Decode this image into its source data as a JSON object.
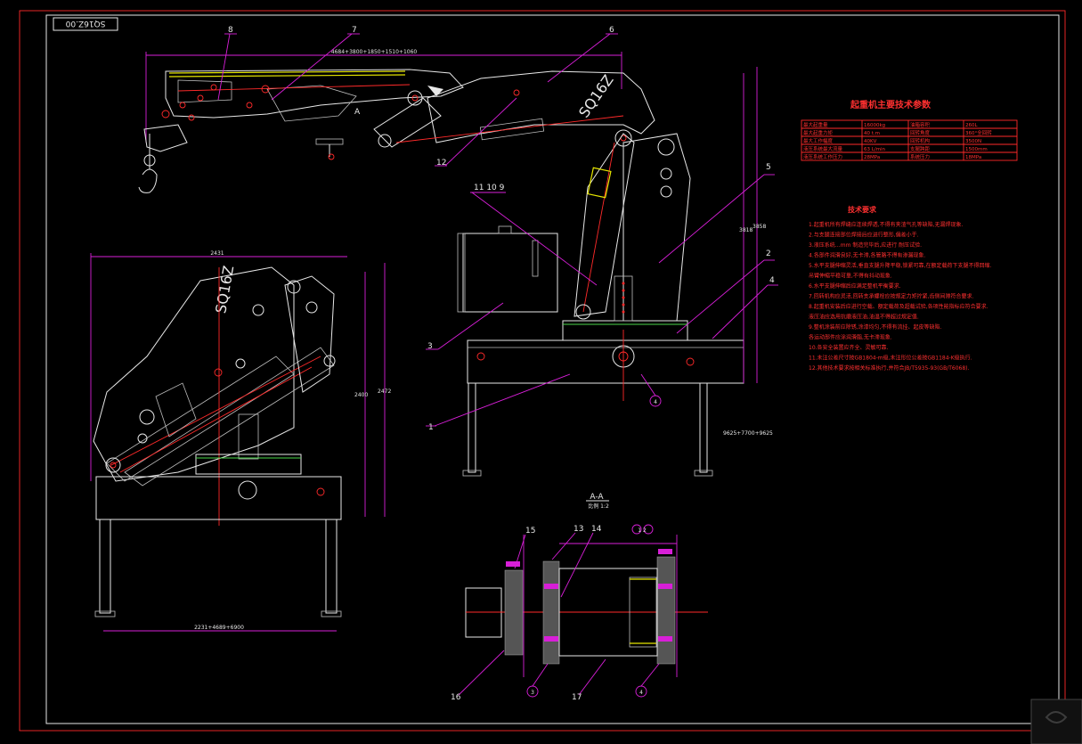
{
  "drawing": {
    "code_box": "SQ16Z.00",
    "boom_label": "SQ16Z",
    "base_label": "SQ16Z",
    "section": {
      "title": "A-A",
      "scale": "比例 1:2"
    },
    "part_callouts": {
      "p1": "1",
      "p2": "2",
      "p3": "3",
      "p4": "4",
      "p5": "5",
      "p6": "6",
      "p7": "7",
      "p8": "8",
      "p9_11": "11 10 9",
      "p12": "12",
      "p13": "13",
      "p14": "14",
      "p15": "15",
      "p16": "16",
      "p17": "17",
      "c4": "4",
      "c3": "3",
      "c4b": "4",
      "c12": "1 2"
    },
    "marker_a": "A",
    "dims": {
      "top_boom": "4684+3800+1850+1510+1060",
      "height_total": "3858",
      "height_mid": "3818",
      "outrigger": "9625+7700+9625",
      "base_width": "2431",
      "base_height1": "2400",
      "base_height2": "2472",
      "base_span": "2231+4689+6900"
    }
  },
  "specs": {
    "title": "起重机主要技术参数",
    "rows": [
      [
        "最大起重量",
        "16000kg",
        "油箱容积",
        "260L"
      ],
      [
        "最大起重力矩",
        "40 t.m",
        "回转角度",
        "360°全回转"
      ],
      [
        "最大工作幅度",
        "40KV",
        "回转机构",
        "3500N"
      ],
      [
        "液压系统最大流量",
        "63 L/min",
        "支腿跨距",
        "1500mm"
      ],
      [
        "液压系统工作压力",
        "28MPa",
        "系统压力",
        "18MPa"
      ]
    ]
  },
  "requirements": {
    "title": "技术要求",
    "items": [
      "1.起重机所有焊缝应连续焊透,不得有夹渣气孔等缺陷,无漏焊现象.",
      "2.与支腿连接部位焊接后应进行整形,偏差小于.",
      "3.液压系统…mm                   制造完毕后,应进行                   耐压试验.",
      "4.各部件润滑良好,无卡滞,各管路不得有渗漏现象.",
      "5.水平支腿伸缩灵活,垂直支腿升降平稳,锁紧可靠,在额定载荷下支腿不得回缩.",
      "  吊臂伸缩平稳可靠,不得有抖动现象.",
      "6.水平支腿伸缩后应满足整机平衡要求.",
      "7.回转机构应灵活,回转支承螺栓应按规定力矩拧紧,齿侧间隙符合要求.",
      "8.起重机安装后应进行空载、额定载荷及超载试验,各项性能指标应符合要求.",
      "  液压油应选用抗磨液压油,油温不得超过规定值.",
      "9.整机涂装前应除锈,涂漆均匀,不得有流挂、起皮等缺陷.",
      "  各运动部件应涂润滑脂,无卡滞现象.",
      "10.各安全装置应齐全、灵敏可靠.",
      "11.未注公差尺寸按GB1804-m级,未注形位公差按GB1184-K级执行.",
      "12.其他技术要求按相关标准执行,并符合JB/T5935-93(GB/T6068)."
    ]
  },
  "colors": {
    "background": "#000000",
    "frame": "#e8e8e8",
    "dimension": "#d81fd8",
    "accent_red": "#ff2a2a",
    "cylinder": "#e6e600",
    "highlight": "#4bd84b"
  }
}
